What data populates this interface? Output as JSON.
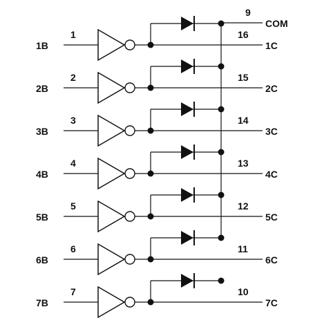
{
  "channels": [
    {
      "input_label": "1B",
      "input_pin": "1",
      "output_label": "1C",
      "output_pin": "16"
    },
    {
      "input_label": "2B",
      "input_pin": "2",
      "output_label": "2C",
      "output_pin": "15"
    },
    {
      "input_label": "3B",
      "input_pin": "3",
      "output_label": "3C",
      "output_pin": "14"
    },
    {
      "input_label": "4B",
      "input_pin": "4",
      "output_label": "4C",
      "output_pin": "13"
    },
    {
      "input_label": "5B",
      "input_pin": "5",
      "output_label": "5C",
      "output_pin": "12"
    },
    {
      "input_label": "6B",
      "input_pin": "6",
      "output_label": "6C",
      "output_pin": "11"
    },
    {
      "input_label": "7B",
      "input_pin": "7",
      "output_label": "7C",
      "output_pin": "10"
    }
  ],
  "com": {
    "label": "COM",
    "pin": "9"
  },
  "colors": {
    "line": "#111111",
    "background": "#ffffff"
  }
}
